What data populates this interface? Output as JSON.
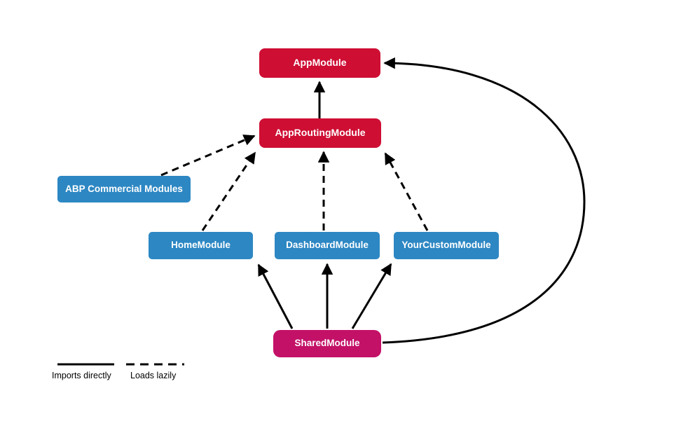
{
  "diagram": {
    "background": "#ffffff",
    "nodes": {
      "app_module": {
        "label": "AppModule",
        "color": "#ce0e33"
      },
      "app_routing_module": {
        "label": "AppRoutingModule",
        "color": "#ce0e33"
      },
      "abp_commercial_modules": {
        "label": "ABP Commercial Modules",
        "color": "#2d87c3"
      },
      "home_module": {
        "label": "HomeModule",
        "color": "#2d87c3"
      },
      "dashboard_module": {
        "label": "DashboardModule",
        "color": "#2d87c3"
      },
      "your_custom_module": {
        "label": "YourCustomModule",
        "color": "#2d87c3"
      },
      "shared_module": {
        "label": "SharedModule",
        "color": "#c31167"
      }
    },
    "edges": [
      {
        "from": "AppRoutingModule",
        "to": "AppModule",
        "relation": "Imports directly",
        "style": "solid"
      },
      {
        "from": "SharedModule",
        "to": "AppModule",
        "relation": "Imports directly",
        "style": "solid"
      },
      {
        "from": "SharedModule",
        "to": "HomeModule",
        "relation": "Imports directly",
        "style": "solid"
      },
      {
        "from": "SharedModule",
        "to": "DashboardModule",
        "relation": "Imports directly",
        "style": "solid"
      },
      {
        "from": "SharedModule",
        "to": "YourCustomModule",
        "relation": "Imports directly",
        "style": "solid"
      },
      {
        "from": "ABP Commercial Modules",
        "to": "AppRoutingModule",
        "relation": "Loads lazily",
        "style": "dashed"
      },
      {
        "from": "HomeModule",
        "to": "AppRoutingModule",
        "relation": "Loads lazily",
        "style": "dashed"
      },
      {
        "from": "DashboardModule",
        "to": "AppRoutingModule",
        "relation": "Loads lazily",
        "style": "dashed"
      },
      {
        "from": "YourCustomModule",
        "to": "AppRoutingModule",
        "relation": "Loads lazily",
        "style": "dashed"
      }
    ],
    "legend": {
      "solid_label": "Imports directly",
      "dashed_label": "Loads lazily",
      "line_color": "#000000"
    }
  }
}
